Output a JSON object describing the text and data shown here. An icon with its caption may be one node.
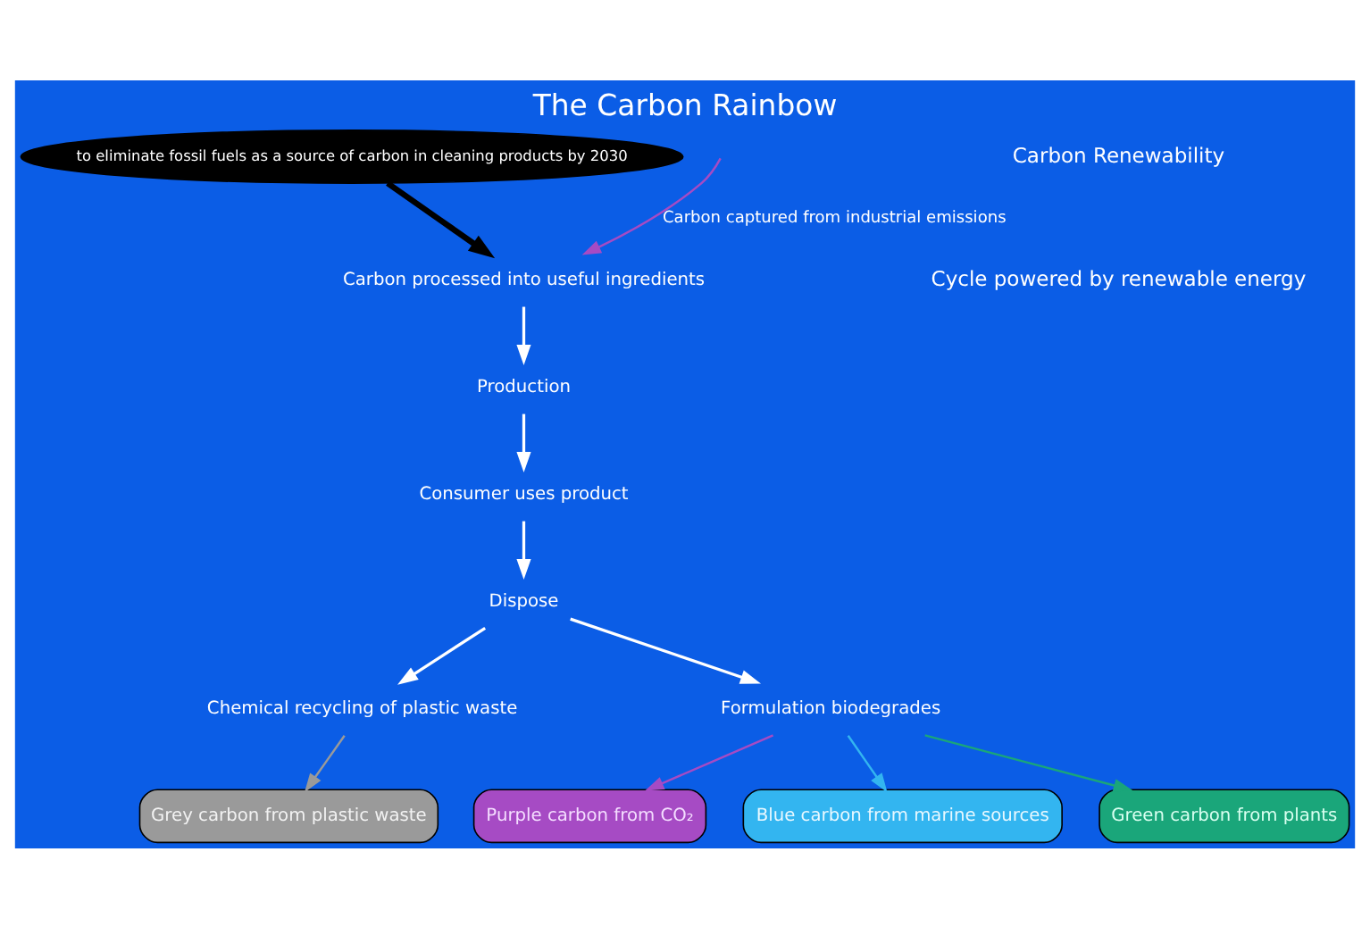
{
  "diagram": {
    "title": "The Carbon Rainbow",
    "nodes": [
      {
        "text": [
          "Purple carbon from CO₂"
        ]
      },
      {
        "text": [
          "Blue carbon from marine sources"
        ]
      },
      {
        "text": [
          "Green carbon from plants"
        ]
      },
      {
        "text": [
          "Grey carbon from plastic waste"
        ]
      },
      {
        "text": [
          "Carbon processed into useful ingredients"
        ]
      },
      {
        "text": [
          "Production"
        ]
      },
      {
        "text": [
          "Consumer uses product"
        ]
      },
      {
        "text": [
          "Dispose"
        ]
      },
      {
        "text": [
          "Chemical recycling of plastic waste"
        ]
      },
      {
        "text": [
          "Formulation biodegrades"
        ]
      },
      {
        "text": [
          "to eliminate fossil fuels as a source of carbon in cleaning products by 2030"
        ]
      }
    ],
    "edges": [
      {
        "from": 10,
        "to": 4,
        "arrow": "to",
        "style": "thick",
        "color": "#000000"
      },
      {
        "from": null,
        "to": 4,
        "arrow": "to",
        "label": "Carbon captured from industrial emissions",
        "color": "#a64bc4"
      },
      {
        "from": 4,
        "to": 5,
        "arrow": "to"
      },
      {
        "from": 5,
        "to": 6,
        "arrow": "to"
      },
      {
        "from": 6,
        "to": 7,
        "arrow": "to"
      },
      {
        "from": 7,
        "to": 8,
        "arrow": "to"
      },
      {
        "from": 7,
        "to": 9,
        "arrow": "to"
      },
      {
        "from": 8,
        "to": 3,
        "arrow": "to",
        "color": "#9a9a9a"
      },
      {
        "from": 9,
        "to": 2,
        "arrow": "to",
        "color": "#1aa67a"
      },
      {
        "from": 9,
        "to": 1,
        "arrow": "to",
        "color": "#33b5f0"
      },
      {
        "from": 9,
        "to": 0,
        "arrow": "to",
        "color": "#a64bc4"
      }
    ],
    "labels": [
      "Carbon Renewability",
      "Cycle powered by renewable energy"
    ]
  }
}
